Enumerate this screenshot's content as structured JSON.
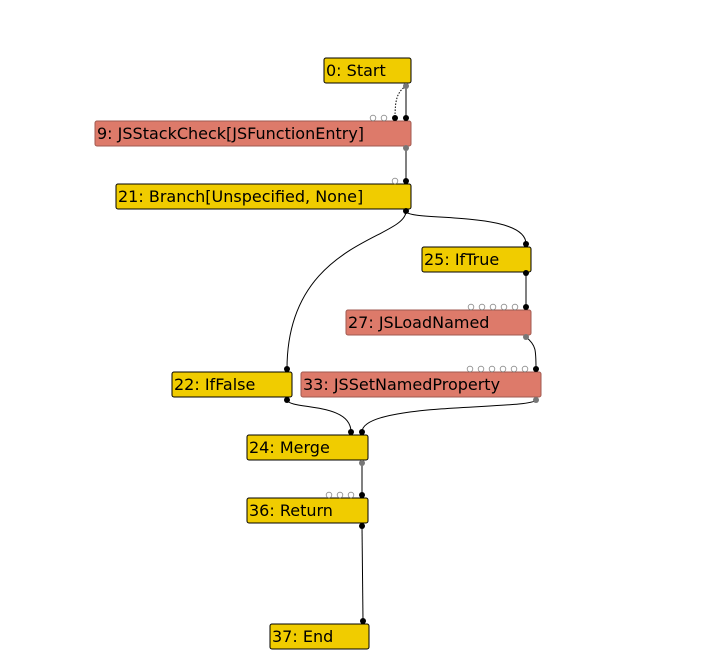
{
  "graph": {
    "nodes": [
      {
        "id": "0",
        "label": "0: Start",
        "kind": "control"
      },
      {
        "id": "9",
        "label": "9: JSStackCheck[JSFunctionEntry]",
        "kind": "js"
      },
      {
        "id": "21",
        "label": "21: Branch[Unspecified, None]",
        "kind": "control"
      },
      {
        "id": "25",
        "label": "25: IfTrue",
        "kind": "control"
      },
      {
        "id": "27",
        "label": "27: JSLoadNamed",
        "kind": "js"
      },
      {
        "id": "22",
        "label": "22: IfFalse",
        "kind": "control"
      },
      {
        "id": "33",
        "label": "33: JSSetNamedProperty",
        "kind": "js"
      },
      {
        "id": "24",
        "label": "24: Merge",
        "kind": "control"
      },
      {
        "id": "36",
        "label": "36: Return",
        "kind": "control"
      },
      {
        "id": "37",
        "label": "37: End",
        "kind": "control"
      }
    ],
    "edges": [
      {
        "from": "0",
        "to": "9",
        "style": "solid"
      },
      {
        "from": "0",
        "to": "9",
        "style": "dotted"
      },
      {
        "from": "9",
        "to": "21",
        "style": "solid"
      },
      {
        "from": "21",
        "to": "25",
        "style": "solid"
      },
      {
        "from": "21",
        "to": "22",
        "style": "solid"
      },
      {
        "from": "25",
        "to": "27",
        "style": "solid"
      },
      {
        "from": "27",
        "to": "33",
        "style": "solid"
      },
      {
        "from": "22",
        "to": "24",
        "style": "solid"
      },
      {
        "from": "33",
        "to": "24",
        "style": "solid"
      },
      {
        "from": "24",
        "to": "36",
        "style": "solid"
      },
      {
        "from": "36",
        "to": "37",
        "style": "solid"
      }
    ],
    "colors": {
      "control": "#f0cc00",
      "js": "#dd7a6a"
    }
  }
}
